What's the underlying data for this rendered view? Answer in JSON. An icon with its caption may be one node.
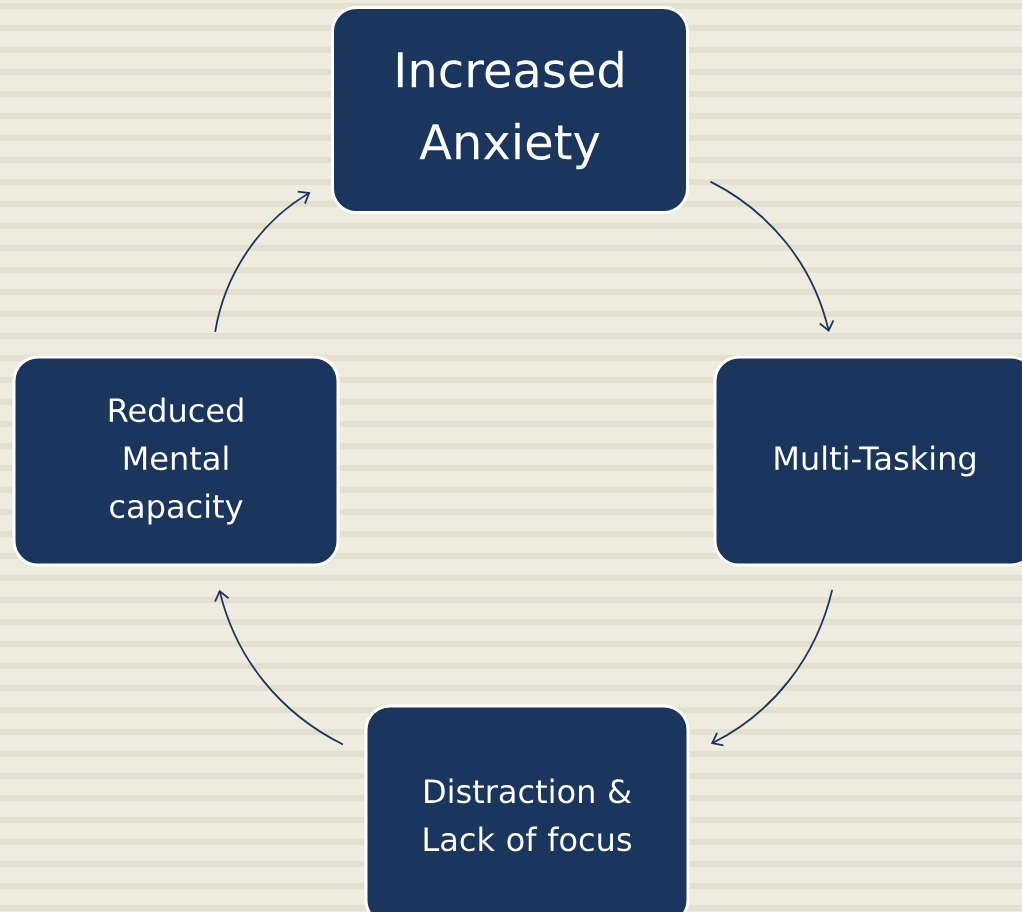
{
  "diagram": {
    "nodes": [
      {
        "text": [
          "Increased Anxiety"
        ]
      },
      {
        "text": [
          "Multi-Tasking"
        ]
      },
      {
        "text": [
          "Distraction & Lack of focus"
        ]
      },
      {
        "text": [
          "Reduced Mental capacity"
        ]
      }
    ],
    "edges": [
      {
        "from": 0,
        "to": 1,
        "arrow": "to"
      },
      {
        "from": 1,
        "to": 2,
        "arrow": "to"
      },
      {
        "from": 2,
        "to": 3,
        "arrow": "to"
      },
      {
        "from": 3,
        "to": 0,
        "arrow": "to"
      }
    ]
  }
}
